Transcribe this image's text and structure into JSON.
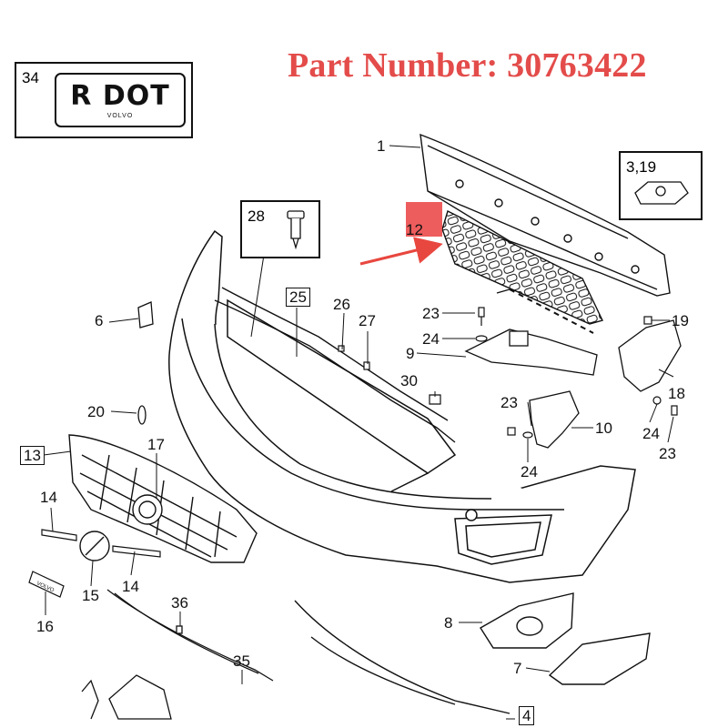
{
  "title": "Part Number: 30763422",
  "inset_34": {
    "label": "34",
    "plate_text": "R DOT",
    "plate_brand": "VOLVO"
  },
  "inset_28": {
    "label": "28"
  },
  "inset_3_19": {
    "label": "3,19"
  },
  "badge_16": {
    "brand": "VOLVO"
  },
  "callouts": {
    "c1": "1",
    "c12": "12",
    "c6": "6",
    "c25": "25",
    "c26": "26",
    "c27": "27",
    "c23a": "23",
    "c24a": "24",
    "c9": "9",
    "c19": "19",
    "c18": "18",
    "c30": "30",
    "c23b": "23",
    "c10": "10",
    "c24b": "24",
    "c24c": "24",
    "c23c": "23",
    "c20": "20",
    "c17": "17",
    "c13": "13",
    "c14a": "14",
    "c14b": "14",
    "c15": "15",
    "c16": "16",
    "c36": "36",
    "c35": "35",
    "c8": "8",
    "c7": "7",
    "c4": "4"
  },
  "highlight": {
    "target_part": "12",
    "color": "#e8473f"
  },
  "colors": {
    "title": "#e34c4a",
    "line": "#111111"
  }
}
